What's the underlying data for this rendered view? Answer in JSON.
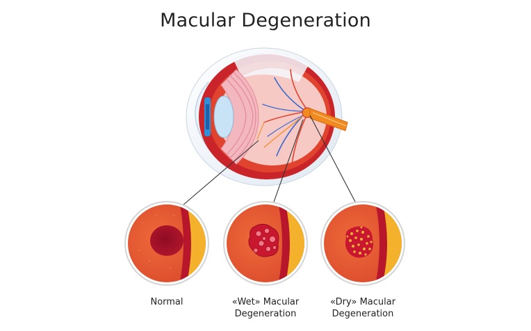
{
  "title": "Macular Degeneration",
  "panels": [
    {
      "id": "normal",
      "lines": [
        "Normal"
      ]
    },
    {
      "id": "wet",
      "lines": [
        "«Wet» Macular",
        "Degeneration"
      ]
    },
    {
      "id": "dry",
      "lines": [
        "«Dry» Macular",
        "Degeneration"
      ]
    }
  ],
  "colors": {
    "sclera": "#f2f6fb",
    "eye_wall": "#c8242a",
    "choroid": "#e0442e",
    "iris": "#2f8fd8",
    "lens": "#c9e3f6",
    "ciliary": "#f3b7bf",
    "optic_nerve": "#f28a22",
    "retina_orange": "#e25a2a",
    "retina_edge": "#b8162a",
    "yellow_layer": "#f4b12c",
    "macula_normal": "#a4122a",
    "lesion": "#c8172f",
    "drusen": "#f3b23a",
    "vessel_blue": "#3a6ad0",
    "pointer_line": "#333333"
  }
}
